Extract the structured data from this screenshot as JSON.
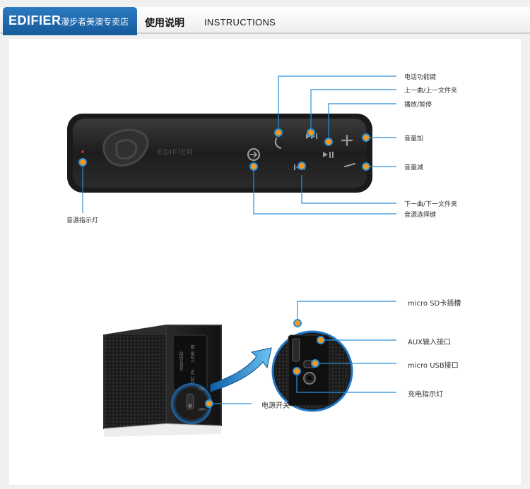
{
  "header": {
    "brand_logo": "EDIFIER",
    "store_name": "漫步者美澳专卖店",
    "title_cn": "使用说明",
    "title_en": "INSTRUCTIONS"
  },
  "panel_top": {
    "device_logo": "EDIFIER",
    "labels": {
      "phone": "电话功能键",
      "prev": "上一曲/上一文件夹",
      "play": "播放/暂停",
      "vol_up": "音量加",
      "vol_down": "音量减",
      "next": "下一曲/下一文件夹",
      "source": "音源选择键",
      "indicator": "音源指示灯"
    }
  },
  "panel_bottom": {
    "port_labels": {
      "sd": "micro SD卡插槽",
      "aux": "AUX输入接口",
      "usb": "micro USB接口",
      "charge": "充电指示灯",
      "power": "电源开关"
    },
    "device_texts": {
      "microsd": "microSD",
      "line_in": "LINE IN",
      "dc_in": "DC IN",
      "on": "ON",
      "off": "OFF"
    }
  },
  "colors": {
    "accent": "#2a8fd6",
    "marker": "#f39a1e",
    "brand_blue": "#1f6db5"
  }
}
